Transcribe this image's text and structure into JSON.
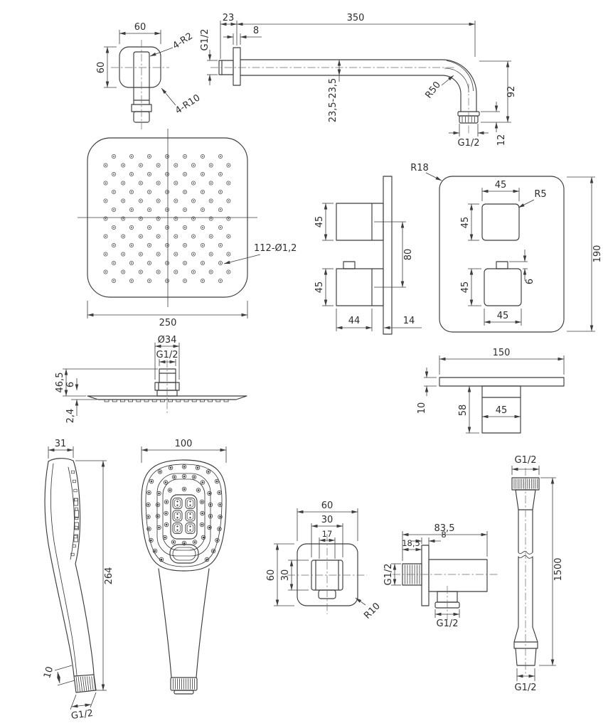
{
  "colors": {
    "line": "#3c3c3c",
    "text": "#2d2d2d",
    "background": "#ffffff"
  },
  "components": {
    "escutcheon": {
      "width": "60",
      "height": "60",
      "inner_corner": "4-R2",
      "outer_corner": "4-R10"
    },
    "shower_arm": {
      "wall_offset": "23",
      "length": "350",
      "flange_thickness": "8",
      "inlet_thread": "G1/2",
      "pipe_diameter": "23,5-23,5",
      "bend_radius": "R50",
      "drop": "92",
      "thread_length": "12",
      "outlet_thread": "G1/2"
    },
    "head_top": {
      "width": "250",
      "nozzle_spec": "112-Ø1,2"
    },
    "mixer_side": {
      "knob_top_height": "45",
      "knob_bottom_height": "45",
      "knob_spacing": "80",
      "knob_depth": "44",
      "plate_thickness": "14"
    },
    "mixer_front": {
      "plate_corner": "R18",
      "knob_top_width": "45",
      "knob_corner": "R5",
      "knob_top_height": "45",
      "knob_bottom_height": "45",
      "tab_height": "6",
      "knob_bottom_width": "45",
      "plate_height": "190"
    },
    "plate_side": {
      "width": "150",
      "plate_thickness": "10",
      "knob_depth": "58",
      "knob_width": "45"
    },
    "head_side": {
      "hub_diameter": "Ø34",
      "thread": "G1/2",
      "total_height": "46,5",
      "hub_offset": "6",
      "edge_thickness": "2,4"
    },
    "hand_side": {
      "depth": "31",
      "length": "264",
      "thread_offset": "10",
      "thread": "G1/2"
    },
    "hand_front": {
      "width": "100"
    },
    "outlet_front": {
      "width": "60",
      "inner_width": "30",
      "nut_width": "17",
      "height": "60",
      "inner_height": "30",
      "corner": "R10"
    },
    "outlet_side": {
      "length": "83,5",
      "flange_thickness": "8",
      "wall_depth": "18,5",
      "inlet_thread": "G1/2",
      "outlet_thread": "G1/2"
    },
    "hose": {
      "inlet_thread": "G1/2",
      "length": "1500",
      "outlet_thread": "G1/2"
    }
  }
}
